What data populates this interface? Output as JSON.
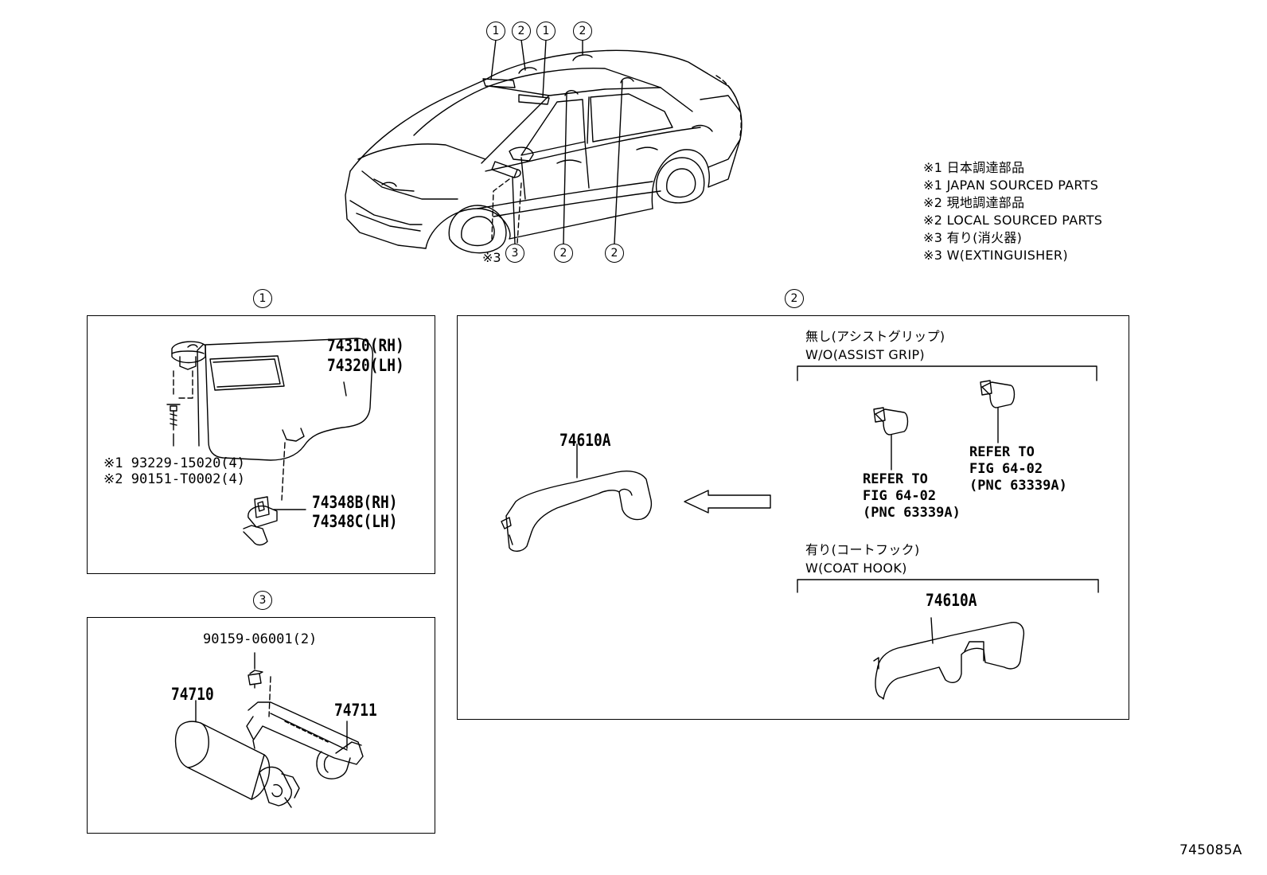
{
  "callouts": {
    "one": "1",
    "two": "2",
    "three": "3"
  },
  "car_note_marker": "※3",
  "legend": [
    "※1 日本調達部品",
    "※1 JAPAN SOURCED PARTS",
    "※2 現地調達部品",
    "※2 LOCAL SOURCED PARTS",
    "※3 有り(消火器)",
    "※3 W(EXTINGUISHER)"
  ],
  "panel1": {
    "visor_rh": "74310(RH)",
    "visor_lh": "74320(LH)",
    "screw_1": "※1 93229-15020(4)",
    "screw_2": "※2 90151-T0002(4)",
    "holder_rh": "74348B(RH)",
    "holder_lh": "74348C(LH)"
  },
  "panel2": {
    "grip_part": "74610A",
    "wo_jp": "無し(アシストグリップ)",
    "wo_en": "W/O(ASSIST GRIP)",
    "ref_a": [
      "REFER TO",
      "FIG 64-02",
      "(PNC 63339A)"
    ],
    "ref_b": [
      "REFER TO",
      "FIG 64-02",
      "(PNC 63339A)"
    ],
    "w_jp": "有り(コートフック)",
    "w_en": "W(COAT HOOK)",
    "hook_part": "74610A"
  },
  "panel3": {
    "bolt": "90159-06001(2)",
    "extinguisher": "74710",
    "bracket": "74711"
  },
  "figure_id": "745085A"
}
